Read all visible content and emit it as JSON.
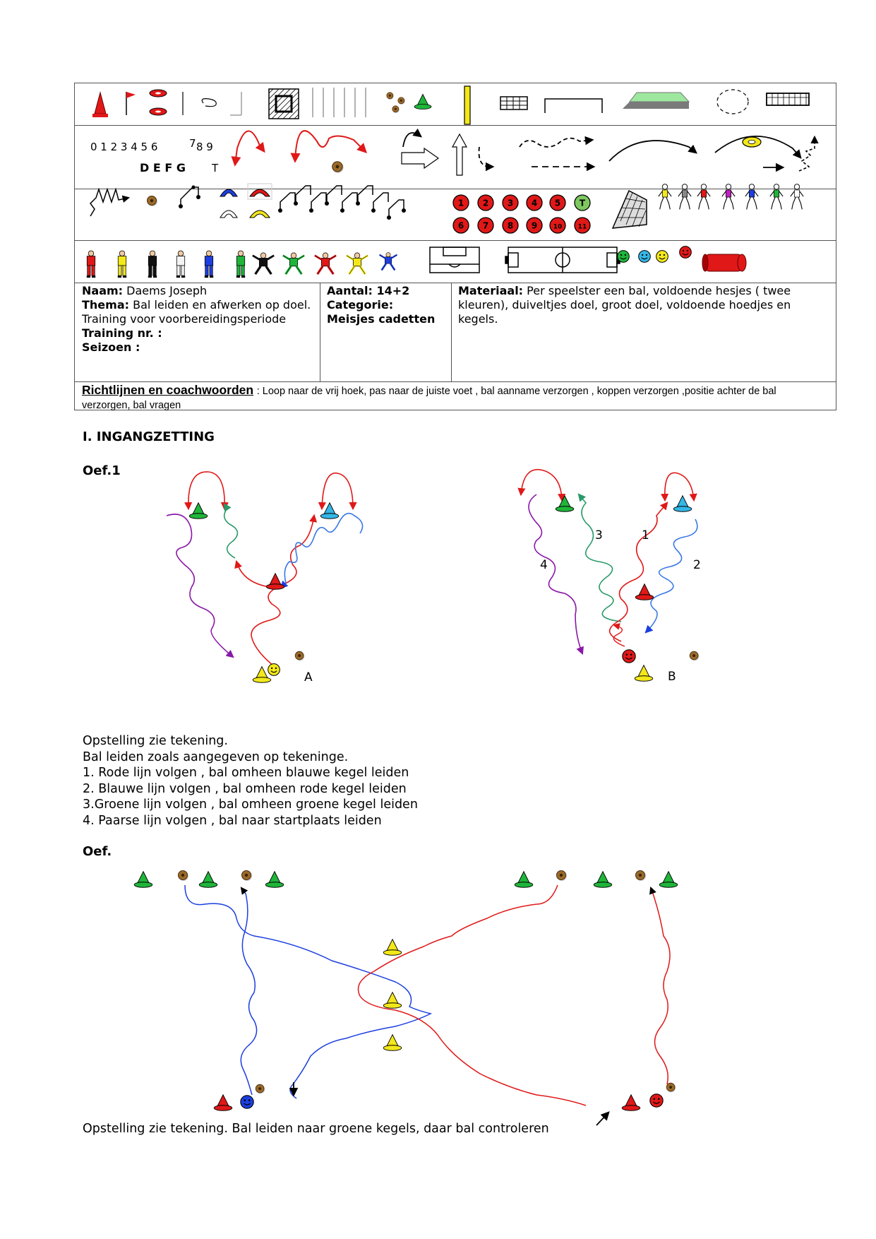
{
  "palette": {
    "red": "#e01818",
    "yellow": "#f3e81a",
    "green": "#1fb53a",
    "cyan": "#34b6e6",
    "blue": "#1d3fe0",
    "purple": "#8a18a8",
    "teal": "#2a9a6a",
    "ball": "#9a6a2a"
  },
  "legend": {
    "numbers_top": "0 1 2 3 4 5 6",
    "numbers_sup": "7",
    "numbers_end": "8 9",
    "letters": "D E F G",
    "letter_t": "T",
    "red_markers": [
      "1",
      "2",
      "3",
      "4",
      "5",
      "6",
      "7",
      "8",
      "9",
      "10",
      "11"
    ],
    "green_marker": "T",
    "icons": [
      "cone-icon",
      "flag-icon",
      "disc-icon",
      "hurdle-icon",
      "ladder-icon",
      "ball-icon",
      "goal-icon",
      "field-icon",
      "player-icon",
      "smiley-icon",
      "tube-icon"
    ]
  },
  "info": {
    "naam_label": "Naam:",
    "naam_value": "Daems Joseph",
    "thema_label": "Thema:",
    "thema_value": "Bal leiden en afwerken op doel. Training voor voorbereidingsperiode",
    "training_label": "Training nr. :",
    "seizoen_label": "Seizoen :",
    "aantal_label": "Aantal: 14+2",
    "categorie_label": "Categorie:",
    "categorie_value": "Meisjes cadetten",
    "materiaal_label": "Materiaal:",
    "materiaal_value": "Per speelster een bal, voldoende hesjes ( twee kleuren), duiveltjes doel, groot doel, voldoende hoedjes en kegels."
  },
  "guidelines": {
    "title": "Richtlijnen en coachwoorden",
    "text": ": Loop naar de vrij hoek, pas naar de juiste voet , bal aanname verzorgen , koppen verzorgen ,positie achter de bal verzorgen, bal vragen"
  },
  "section1": {
    "heading": "I. INGANGZETTING",
    "ex1_title": "Oef.1",
    "diagram_a_label": "A",
    "diagram_b_label": "B",
    "route_labels": [
      "1",
      "2",
      "3",
      "4"
    ],
    "description": [
      "Opstelling zie tekening.",
      "Bal leiden zoals aangegeven op tekeninge.",
      "1. Rode lijn volgen , bal omheen blauwe kegel leiden",
      "2. Blauwe lijn volgen , bal omheen rode kegel leiden",
      "3.Groene lijn volgen , bal omheen groene kegel leiden",
      "4. Paarse lijn volgen , bal naar startplaats leiden"
    ],
    "ex2_title": "Oef.",
    "ex2_description": "Opstelling zie tekening. Bal leiden naar groene kegels, daar bal controleren"
  }
}
